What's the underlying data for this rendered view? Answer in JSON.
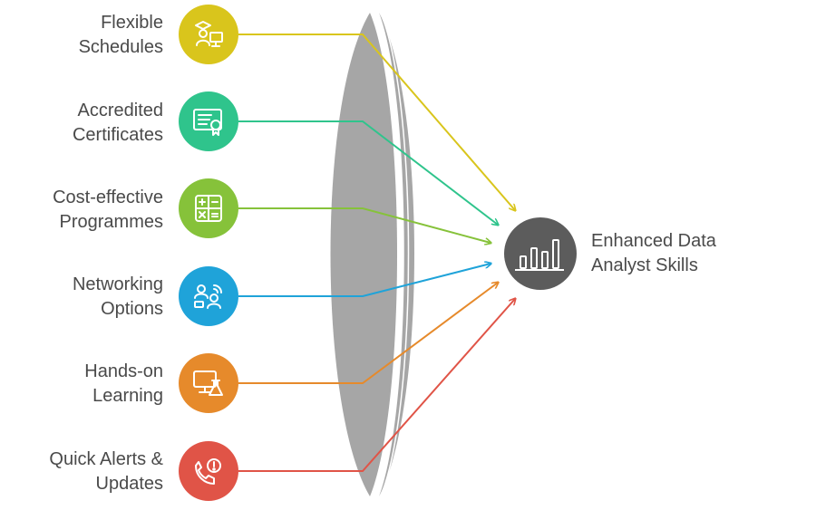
{
  "inputs": [
    {
      "line1": "Flexible",
      "line2": "Schedules",
      "color": "#d9c51c",
      "icon": "graduate-computer-icon"
    },
    {
      "line1": "Accredited",
      "line2": "Certificates",
      "color": "#2fc48c",
      "icon": "certificate-icon"
    },
    {
      "line1": "Cost-effective",
      "line2": "Programmes",
      "color": "#86c23a",
      "icon": "calculator-icon"
    },
    {
      "line1": "Networking",
      "line2": "Options",
      "color": "#1fa3d9",
      "icon": "network-people-icon"
    },
    {
      "line1": "Hands-on",
      "line2": "Learning",
      "color": "#e68a2b",
      "icon": "lab-monitor-icon"
    },
    {
      "line1": "Quick Alerts &",
      "line2": "Updates",
      "color": "#e05447",
      "icon": "phone-alert-icon"
    }
  ],
  "output": {
    "line1": "Enhanced Data",
    "line2": "Analyst Skills",
    "color": "#5c5c5c",
    "icon": "bar-chart-icon"
  },
  "lens_color": "#a6a6a6"
}
